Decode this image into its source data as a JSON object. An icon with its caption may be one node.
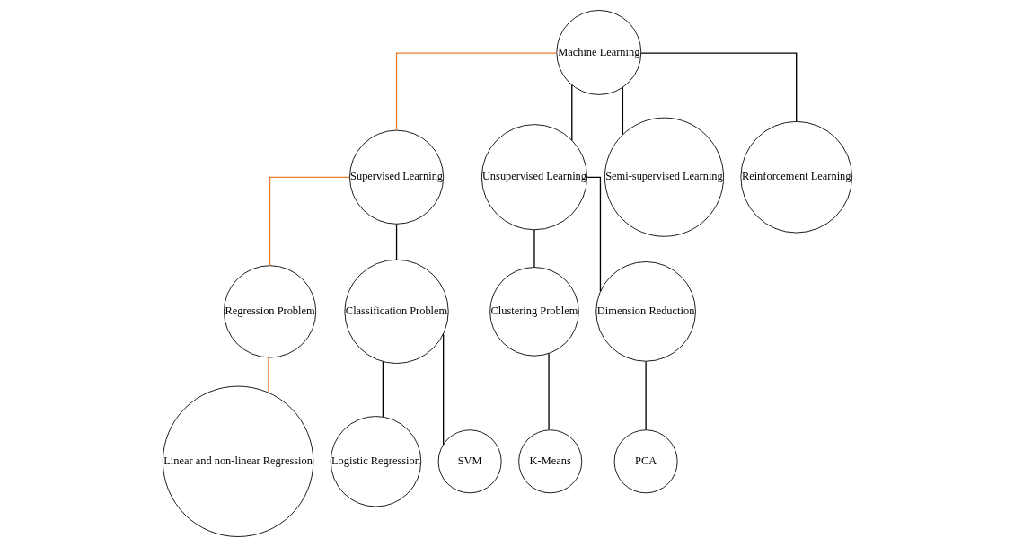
{
  "diagram": {
    "nodes": [
      {
        "text": [
          "Machine Learning"
        ]
      },
      {
        "text": [
          "Supervised Learning"
        ]
      },
      {
        "text": [
          "Unsupervised Learning"
        ]
      },
      {
        "text": [
          "Semi-supervised Learning"
        ]
      },
      {
        "text": [
          "Reinforcement Learning"
        ]
      },
      {
        "text": [
          "Regression Problem"
        ]
      },
      {
        "text": [
          "Classification Problem"
        ]
      },
      {
        "text": [
          "Clustering Problem"
        ]
      },
      {
        "text": [
          "Dimension Reduction"
        ]
      },
      {
        "text": [
          "Linear and non-linear Regression"
        ]
      },
      {
        "text": [
          "Logistic Regression"
        ]
      },
      {
        "text": [
          "SVM"
        ]
      },
      {
        "text": [
          "K-Means"
        ]
      },
      {
        "text": [
          "PCA"
        ]
      }
    ],
    "edges": [
      {
        "from": 0,
        "to": 1,
        "arrow": "none",
        "color": "#e87d2f"
      },
      {
        "from": 0,
        "to": 2,
        "arrow": "none"
      },
      {
        "from": 0,
        "to": 3,
        "arrow": "none"
      },
      {
        "from": 0,
        "to": 4,
        "arrow": "none"
      },
      {
        "from": 1,
        "to": 5,
        "arrow": "none",
        "color": "#e87d2f"
      },
      {
        "from": 1,
        "to": 6,
        "arrow": "none"
      },
      {
        "from": 2,
        "to": 7,
        "arrow": "none"
      },
      {
        "from": 2,
        "to": 8,
        "arrow": "none"
      },
      {
        "from": 5,
        "to": 9,
        "arrow": "none",
        "color": "#e87d2f"
      },
      {
        "from": 6,
        "to": 10,
        "arrow": "none"
      },
      {
        "from": 6,
        "to": 11,
        "arrow": "none"
      },
      {
        "from": 7,
        "to": 12,
        "arrow": "none"
      },
      {
        "from": 8,
        "to": 13,
        "arrow": "none"
      }
    ]
  }
}
